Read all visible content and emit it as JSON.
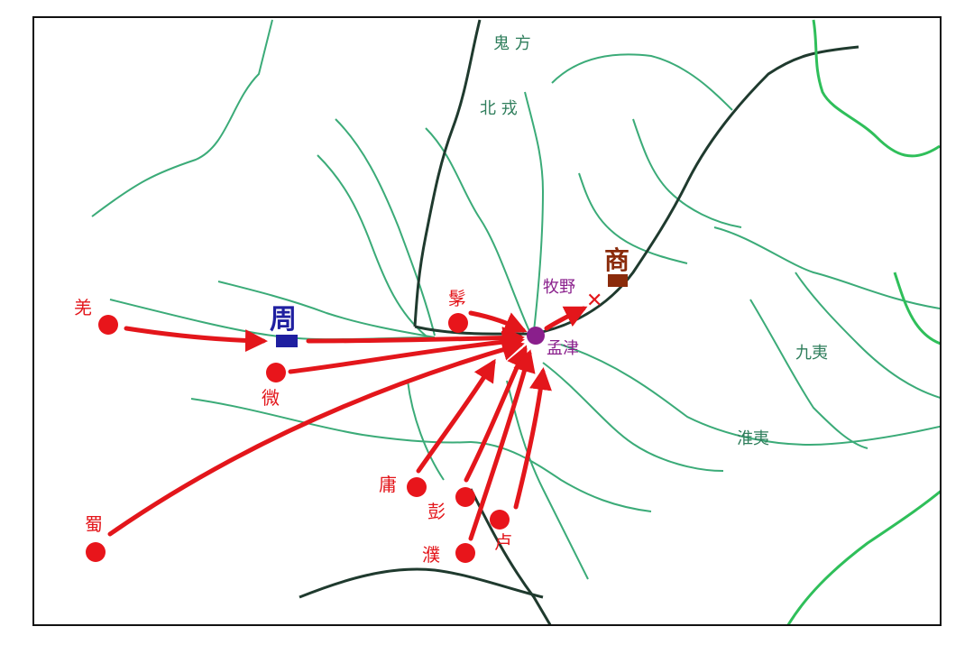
{
  "map": {
    "colors": {
      "river_green": "#3bab78",
      "river_main": "#1f3a2e",
      "coast": "#2fbf5a",
      "arrow": "#e3161b",
      "state_dot": "#e8151b",
      "zhou_marker": "#1f1fa0",
      "shang_marker": "#8a2b0b",
      "mengjin_dot": "#8a1f8c",
      "region_text": "#2e7d5b",
      "state_text": "#e3161b",
      "mengjin_text": "#8a1f8c",
      "muye_text": "#8a1f8c"
    },
    "regions": {
      "guifang": "鬼 方",
      "beirong": "北 戎",
      "jiuyi": "九夷",
      "huaiyi": "淮夷"
    },
    "capitals": {
      "zhou": "周",
      "shang": "商"
    },
    "places": {
      "mengjin": "孟津",
      "muye": "牧野",
      "battle_mark": "✕"
    },
    "states": {
      "qiang": "羌",
      "wei": "微",
      "shu": "蜀",
      "mao": "髳",
      "yong": "庸",
      "peng": "彭",
      "pu": "濮",
      "lu": "卢"
    }
  }
}
